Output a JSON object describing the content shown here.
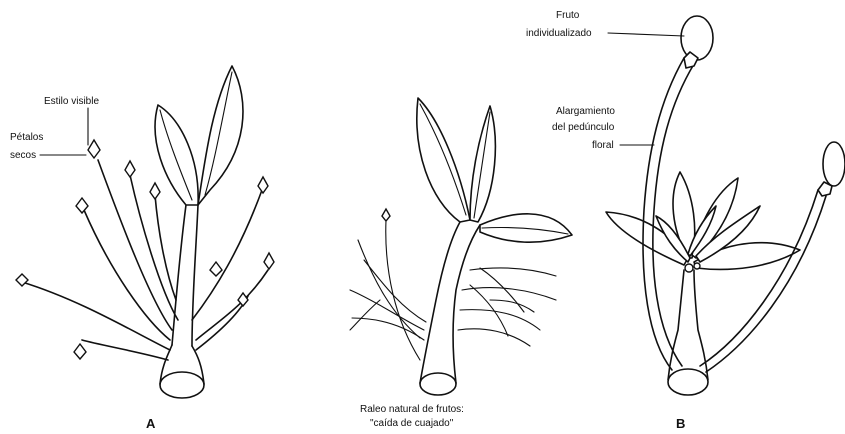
{
  "labels": {
    "estilo_visible": "Estilo visible",
    "petalos_1": "Pétalos",
    "petalos_2": "secos",
    "panel_a": "A",
    "caption_1": "Raleo natural de frutos:",
    "caption_2": "\"caída de cuajado\"",
    "panel_b": "B",
    "fruto_1": "Fruto",
    "fruto_2": "individualizado",
    "alargamiento_1": "Alargamiento",
    "alargamiento_2": "del pedúnculo",
    "alargamiento_3": "floral"
  }
}
